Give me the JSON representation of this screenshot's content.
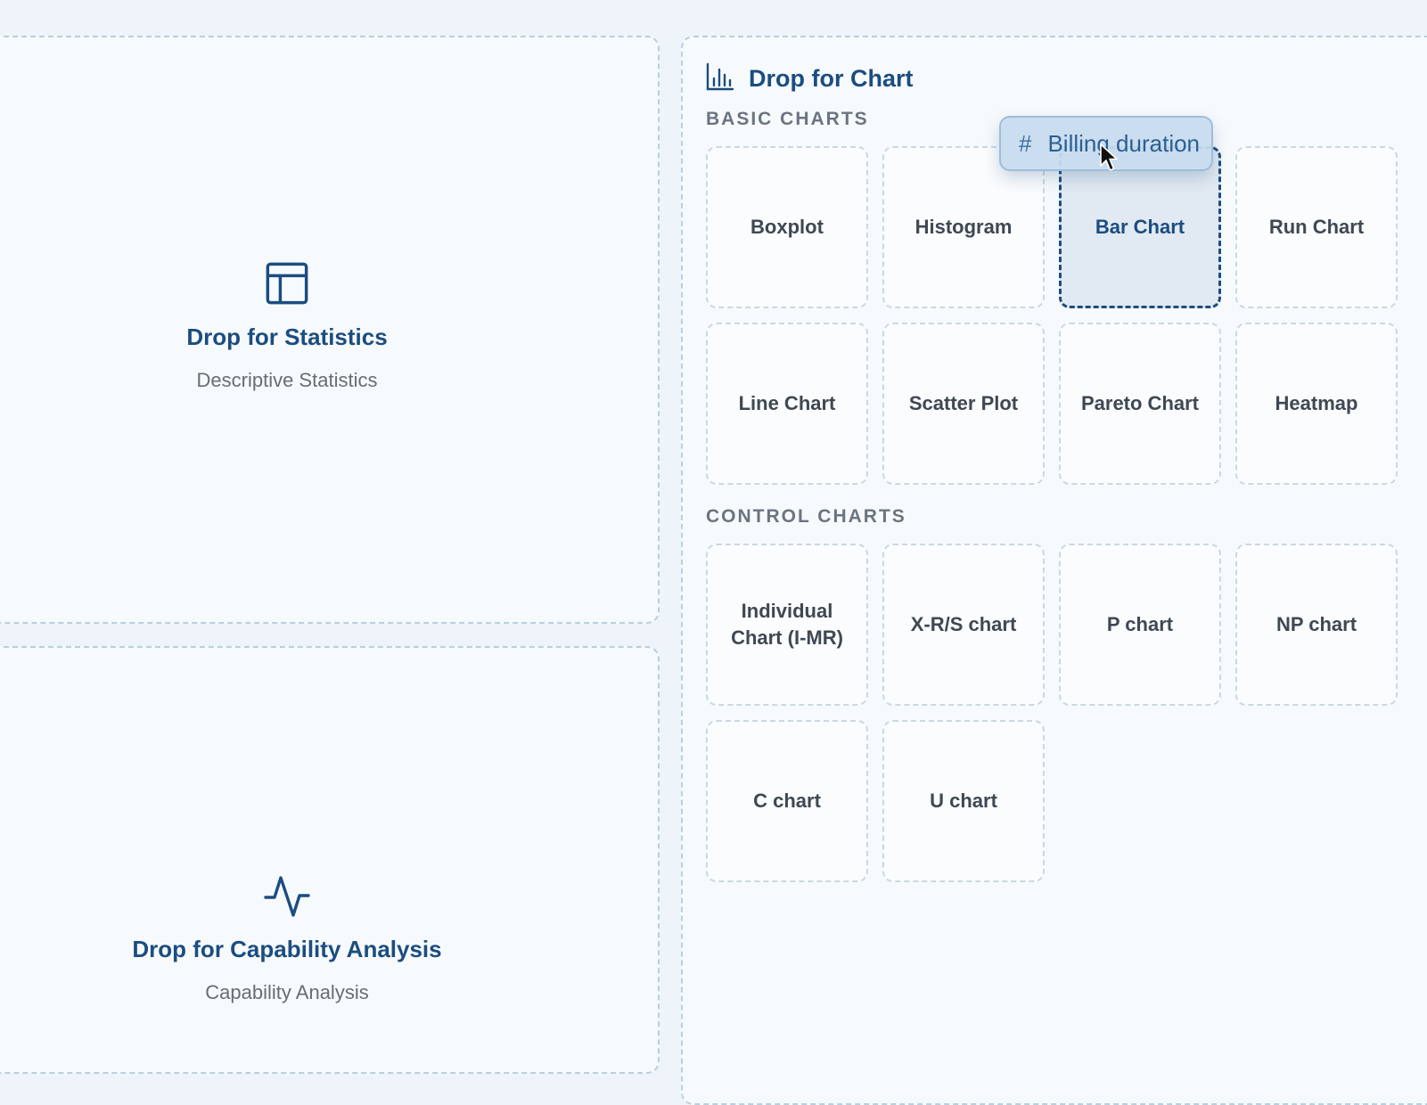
{
  "statistics": {
    "title": "Drop for Statistics",
    "subtitle": "Descriptive Statistics",
    "icon": "table-icon"
  },
  "capability": {
    "title": "Drop for Capability Analysis",
    "subtitle": "Capability Analysis",
    "icon": "pulse-icon"
  },
  "chart": {
    "title": "Drop for Chart",
    "icon": "bar-chart-icon",
    "basic_title": "BASIC CHARTS",
    "control_title": "CONTROL CHARTS",
    "basic": [
      "Boxplot",
      "Histogram",
      "Bar Chart",
      "Run Chart",
      "Line Chart",
      "Scatter Plot",
      "Pareto Chart",
      "Heatmap"
    ],
    "control": [
      "Individual Chart (I-MR)",
      "X-R/S chart",
      "P chart",
      "NP chart",
      "C chart",
      "U chart"
    ],
    "active": "Bar Chart"
  },
  "drag_item": {
    "symbol": "#",
    "label": "Billing duration"
  },
  "colors": {
    "accent": "#1b4d80",
    "dashed_border": "#b8cfe0",
    "active_card_bg": "#e1e9f2"
  }
}
